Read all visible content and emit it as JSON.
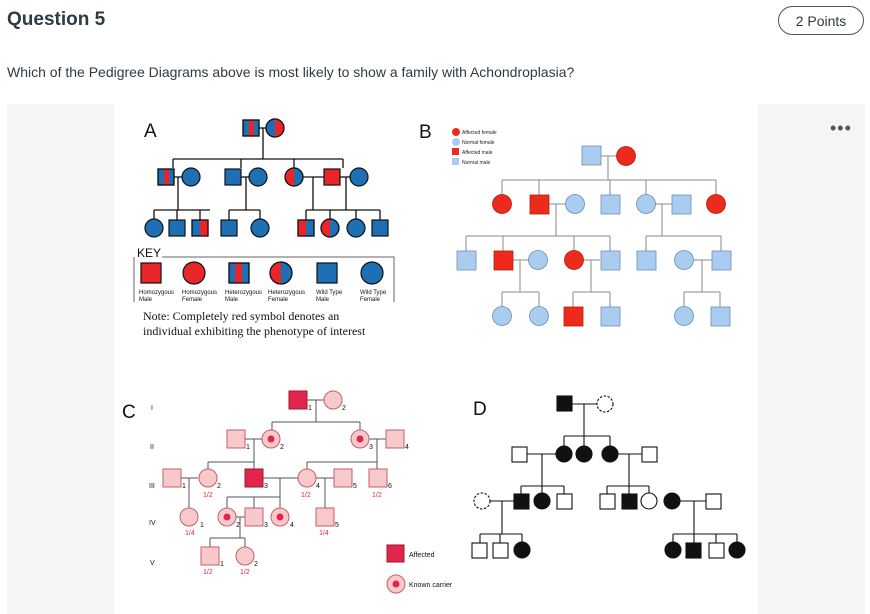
{
  "question": {
    "title": "Question 5",
    "points": "2 Points",
    "prompt": "Which of the Pedigree Diagrams above is most likely to show a family with Achondroplasia?",
    "more_menu": "•••"
  },
  "figure": {
    "panel_labels": [
      "A",
      "B",
      "C",
      "D"
    ],
    "a": {
      "key_title": "KEY",
      "key_items": [
        [
          "Homozygous",
          "Male"
        ],
        [
          "Homozygous",
          "Female"
        ],
        [
          "Heterozygous",
          "Male"
        ],
        [
          "Heterozygous",
          "Female"
        ],
        [
          "Wild Type",
          "Male"
        ],
        [
          "Wild Type",
          "Female"
        ]
      ],
      "note_line1": "Note: Completely red symbol denotes an",
      "note_line2": "individual exhibiting the phenotype of interest"
    },
    "b": {
      "legend": [
        "Affected female",
        "Normal female",
        "Affected male",
        "Normal male"
      ]
    },
    "c": {
      "generations": [
        "I",
        "II",
        "III",
        "IV",
        "V"
      ],
      "ids": [
        "1",
        "2",
        "1",
        "2",
        "3",
        "4",
        "1",
        "2",
        "3",
        "4",
        "5",
        "6",
        "1",
        "2",
        "3",
        "4",
        "5",
        "1",
        "2"
      ],
      "fractions": [
        "1/2",
        "1/2",
        "1/2",
        "1/4",
        "1/4",
        "1/2",
        "1/2"
      ],
      "legend_affected": "Affected",
      "legend_carrier": "Known carrier"
    },
    "colors": {
      "a_blue": "#1f6fb5",
      "a_red": "#e8262a",
      "b_blue": "#a8cdf0",
      "b_red": "#ee2a1c",
      "c_pink": "#f8c9cb",
      "c_red": "#e0264a"
    }
  }
}
